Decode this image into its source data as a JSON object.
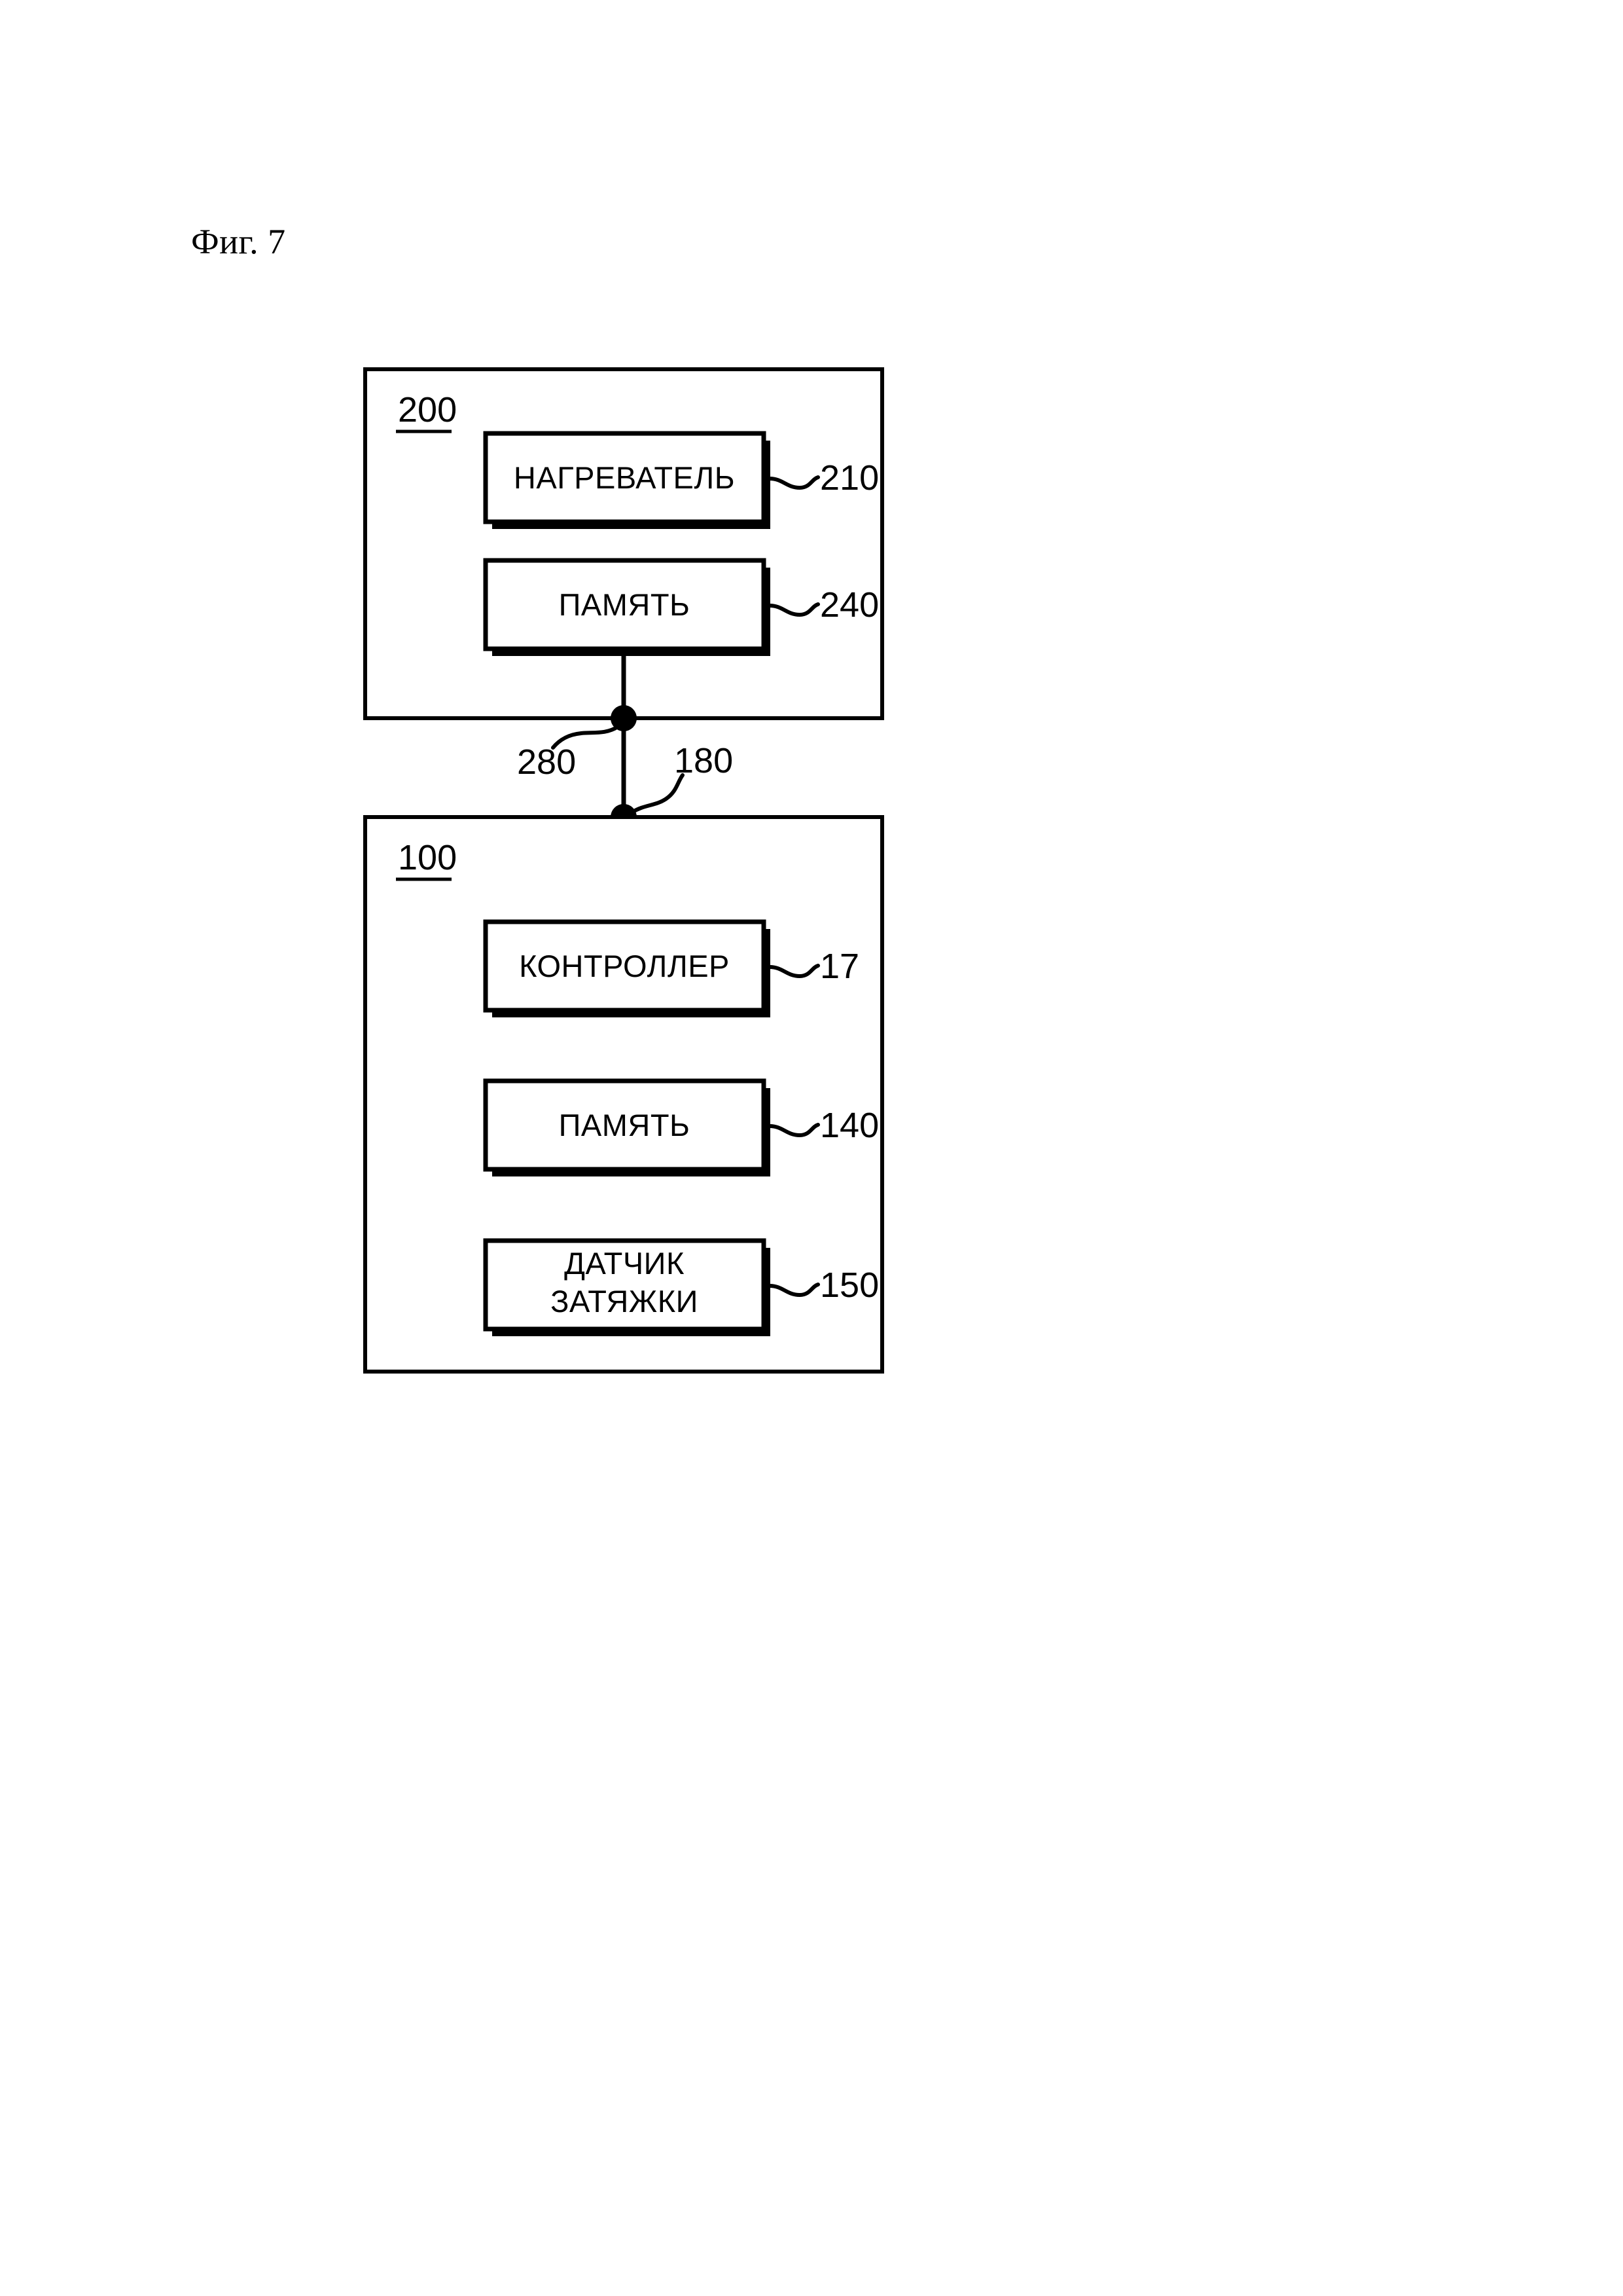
{
  "figure": {
    "label": "Фиг. 7",
    "type": "block-diagram"
  },
  "colors": {
    "stroke": "#000000",
    "fill": "#ffffff",
    "shadow": "#000000"
  },
  "groups": [
    {
      "id": "group-200",
      "ref": "200",
      "blocks": [
        {
          "id": "block-210",
          "label_line1": "НАГРЕВАТЕЛЬ",
          "label_line2": "",
          "ref": "210"
        },
        {
          "id": "block-240",
          "label_line1": "ПАМЯТЬ",
          "label_line2": "",
          "ref": "240"
        }
      ]
    },
    {
      "id": "group-100",
      "ref": "100",
      "blocks": [
        {
          "id": "block-17",
          "label_line1": "КОНТРОЛЛЕР",
          "label_line2": "",
          "ref": "17"
        },
        {
          "id": "block-140",
          "label_line1": "ПАМЯТЬ",
          "label_line2": "",
          "ref": "140"
        },
        {
          "id": "block-150",
          "label_line1": "ДАТЧИК",
          "label_line2": "ЗАТЯЖКИ",
          "ref": "150"
        }
      ]
    }
  ],
  "connectors": [
    {
      "id": "connector-280",
      "ref": "280",
      "side": "left"
    },
    {
      "id": "connector-180",
      "ref": "180",
      "side": "right"
    }
  ]
}
